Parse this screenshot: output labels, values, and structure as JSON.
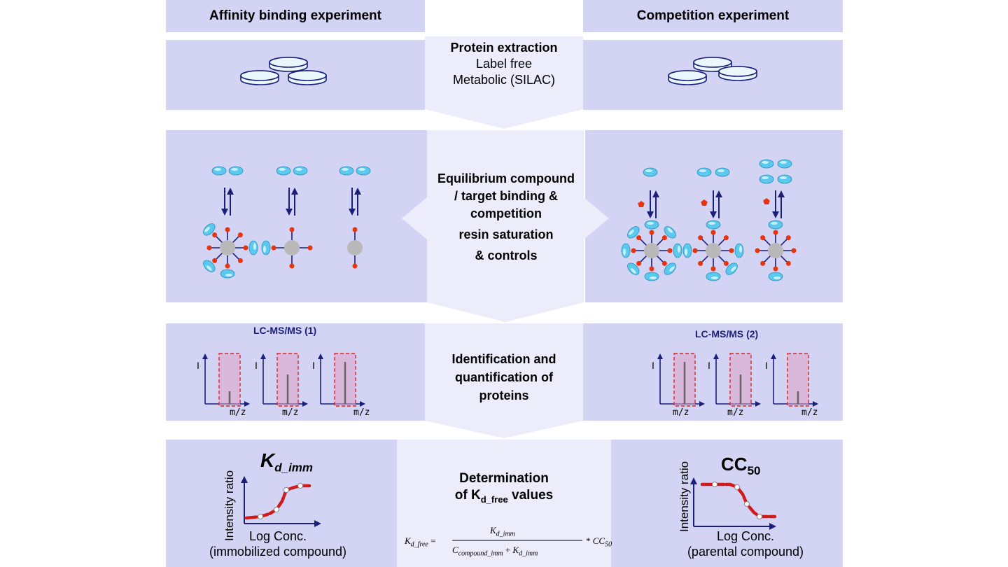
{
  "headers": {
    "left": "Affinity binding experiment",
    "right": "Competition experiment"
  },
  "steps": {
    "extraction": {
      "title": "Protein extraction",
      "line1": "Label free",
      "line2": "Metabolic (SILAC)"
    },
    "equilibrium": {
      "l1": "Equilibrium compound",
      "l2": "/ target binding &",
      "l3": "competition",
      "l4": "resin saturation",
      "l5": "& controls"
    },
    "identification": {
      "l1": "Identification and",
      "l2": "quantification of",
      "l3": "proteins"
    },
    "determination": {
      "l1": "Determination",
      "l2": "of K",
      "sub": "d_free",
      "l3": " values"
    }
  },
  "lcms": {
    "left": "LC-MS/MS (1)",
    "right": "LC-MS/MS (2)"
  },
  "spectrum": {
    "y_label": "I",
    "x_label": "m/z",
    "left_levels": [
      0.3,
      0.7,
      1.0
    ],
    "right_levels": [
      1.0,
      0.7,
      0.3
    ]
  },
  "curves": {
    "left": {
      "symbol": "K",
      "sub": "d_imm",
      "ylabel": "Intensity ratio",
      "xlabel1": "Log Conc.",
      "xlabel2": "(immobilized compound)"
    },
    "right": {
      "symbol": "CC",
      "sub": "50",
      "ylabel": "Intensity  ratio",
      "xlabel1": "Log Conc.",
      "xlabel2": "(parental compound)"
    }
  },
  "formula": {
    "lhs": "K",
    "lhs_sub": "d_free",
    "eq": "=",
    "num": "K",
    "num_sub": "d_imm",
    "den1": "C",
    "den1_sub": "compound_imm",
    "plus": "+",
    "den2": "K",
    "den2_sub": "d_imm",
    "mult": "*",
    "cc": "CC",
    "cc_sub": "50"
  },
  "colors": {
    "panel": "#d3d3f4",
    "arrow": "#ececfb",
    "navy": "#1a1f7a",
    "protein": "#5bc8ee",
    "ligand": "#e8340e",
    "resin": "#b9b9b9",
    "curve": "#d21a1a"
  }
}
